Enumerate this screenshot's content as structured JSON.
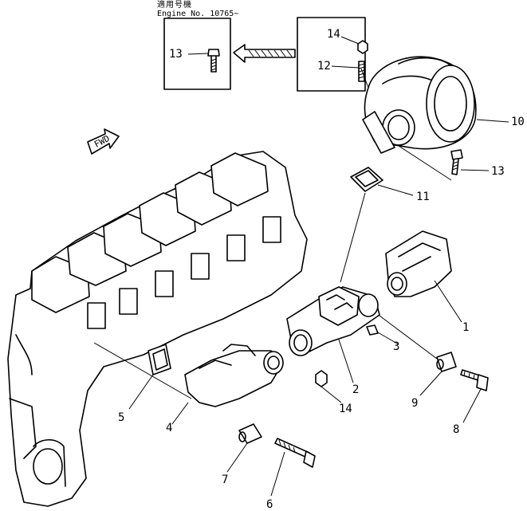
{
  "header": {
    "serial_jp": "適用号機",
    "serial_en": "Engine No. 10765~"
  },
  "callouts": {
    "c1": "1",
    "c2": "2",
    "c3": "3",
    "c4": "4",
    "c5": "5",
    "c6": "6",
    "c7": "7",
    "c8": "8",
    "c9": "9",
    "c10": "10",
    "c11": "11",
    "c12": "12",
    "c13a": "13",
    "c13b": "13",
    "c14a": "14",
    "c14b": "14"
  },
  "fwd_label": "FWD"
}
